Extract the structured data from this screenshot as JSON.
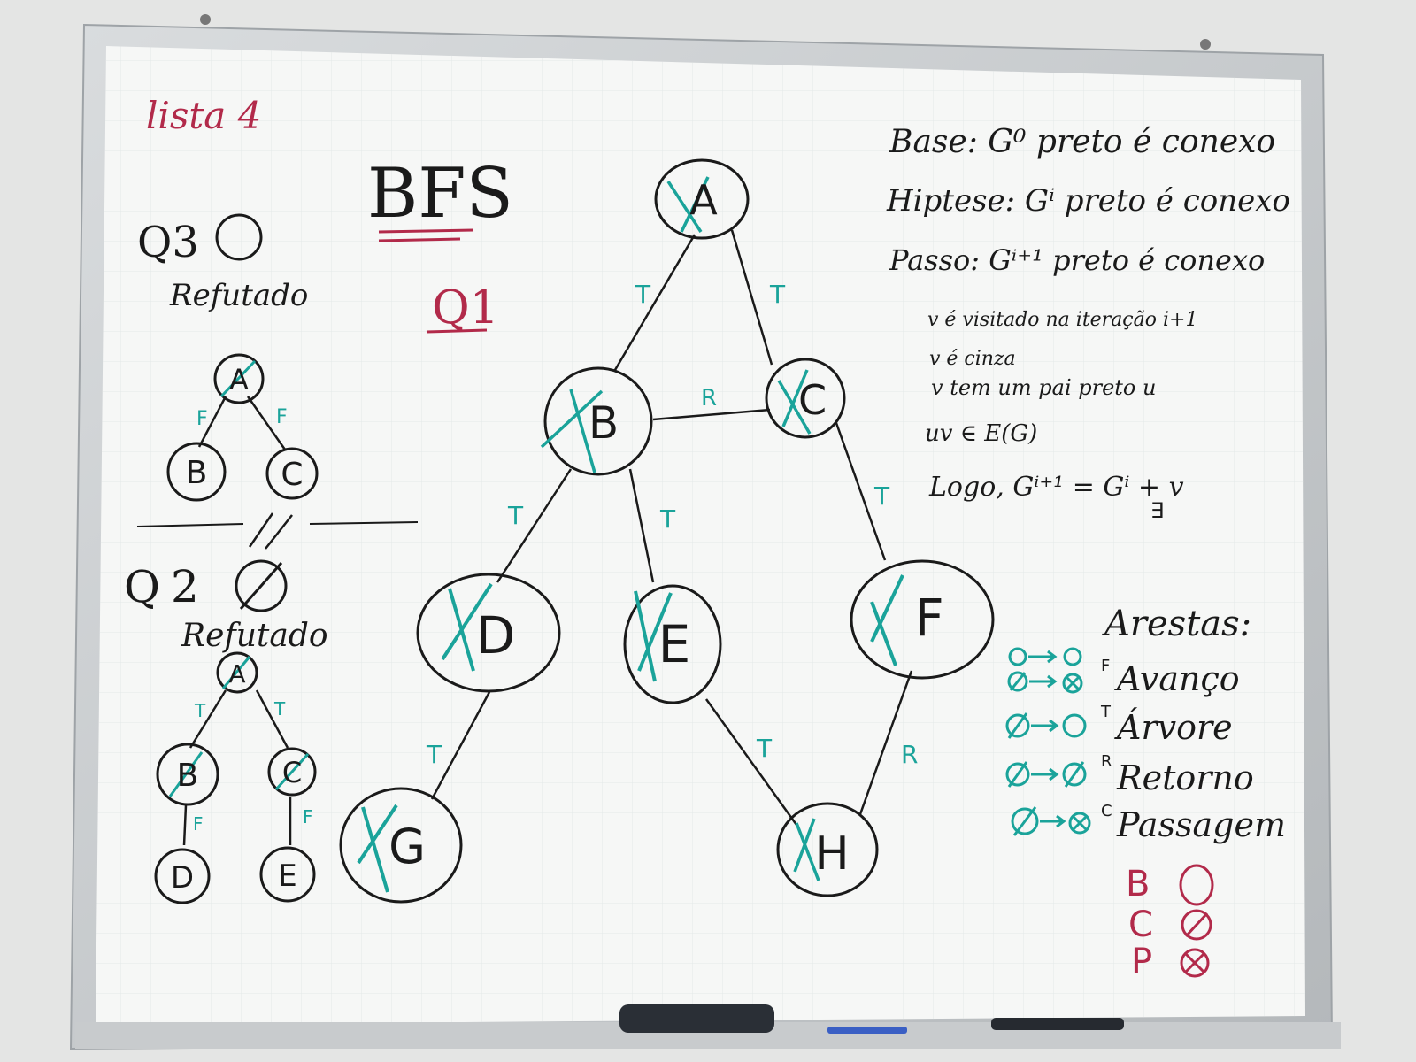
{
  "board": {
    "title": "lista 4",
    "bfs_heading": "BFS",
    "q1_label": "Q1"
  },
  "q3": {
    "label": "Q3",
    "status": "Refutado",
    "nodes": [
      "A",
      "B",
      "C"
    ],
    "edge_labels": [
      "F",
      "F"
    ]
  },
  "q2": {
    "label": "Q2",
    "status": "Refutado",
    "nodes": [
      "A",
      "B",
      "C",
      "D",
      "E"
    ],
    "edge_labels": [
      "T",
      "T",
      "F",
      "F"
    ]
  },
  "main_graph": {
    "nodes": [
      "A",
      "B",
      "C",
      "D",
      "E",
      "F",
      "G",
      "H"
    ],
    "edges": [
      {
        "from": "A",
        "to": "B",
        "label": "T"
      },
      {
        "from": "A",
        "to": "C",
        "label": "T"
      },
      {
        "from": "B",
        "to": "C",
        "label": "R"
      },
      {
        "from": "B",
        "to": "D",
        "label": "T"
      },
      {
        "from": "B",
        "to": "E",
        "label": "T"
      },
      {
        "from": "C",
        "to": "F",
        "label": "T"
      },
      {
        "from": "D",
        "to": "G",
        "label": "T"
      },
      {
        "from": "E",
        "to": "H",
        "label": "T"
      },
      {
        "from": "F",
        "to": "H",
        "label": "R"
      }
    ]
  },
  "proof": {
    "base": "Base: G⁰ preto é conexo",
    "hipotese": "Hiptese: Gⁱ preto é conexo",
    "passo": "Passo: Gⁱ⁺¹ preto é conexo",
    "line1": "v é visitado na iteração i+1",
    "line2": "v é cinza",
    "line3": "v tem um pai preto u",
    "line4": "uv ∈ E(G)",
    "line5": "Logo, Gⁱ⁺¹ = Gⁱ + v",
    "qed": "∃"
  },
  "arestas": {
    "title": "Arestas:",
    "items": [
      {
        "abbr": "F",
        "name": "Avanço"
      },
      {
        "abbr": "T",
        "name": "Árvore"
      },
      {
        "abbr": "R",
        "name": "Retorno"
      },
      {
        "abbr": "C",
        "name": "Passagem"
      }
    ]
  },
  "legend": [
    {
      "letter": "B",
      "symbol": "○"
    },
    {
      "letter": "C",
      "symbol": "⊘"
    },
    {
      "letter": "P",
      "symbol": "⊗"
    }
  ],
  "colors": {
    "ink": "#1a1a1a",
    "teal": "#1aa39a",
    "red": "#b22a4a",
    "board": "#f6f7f6",
    "frame": "#c9cdd0"
  }
}
